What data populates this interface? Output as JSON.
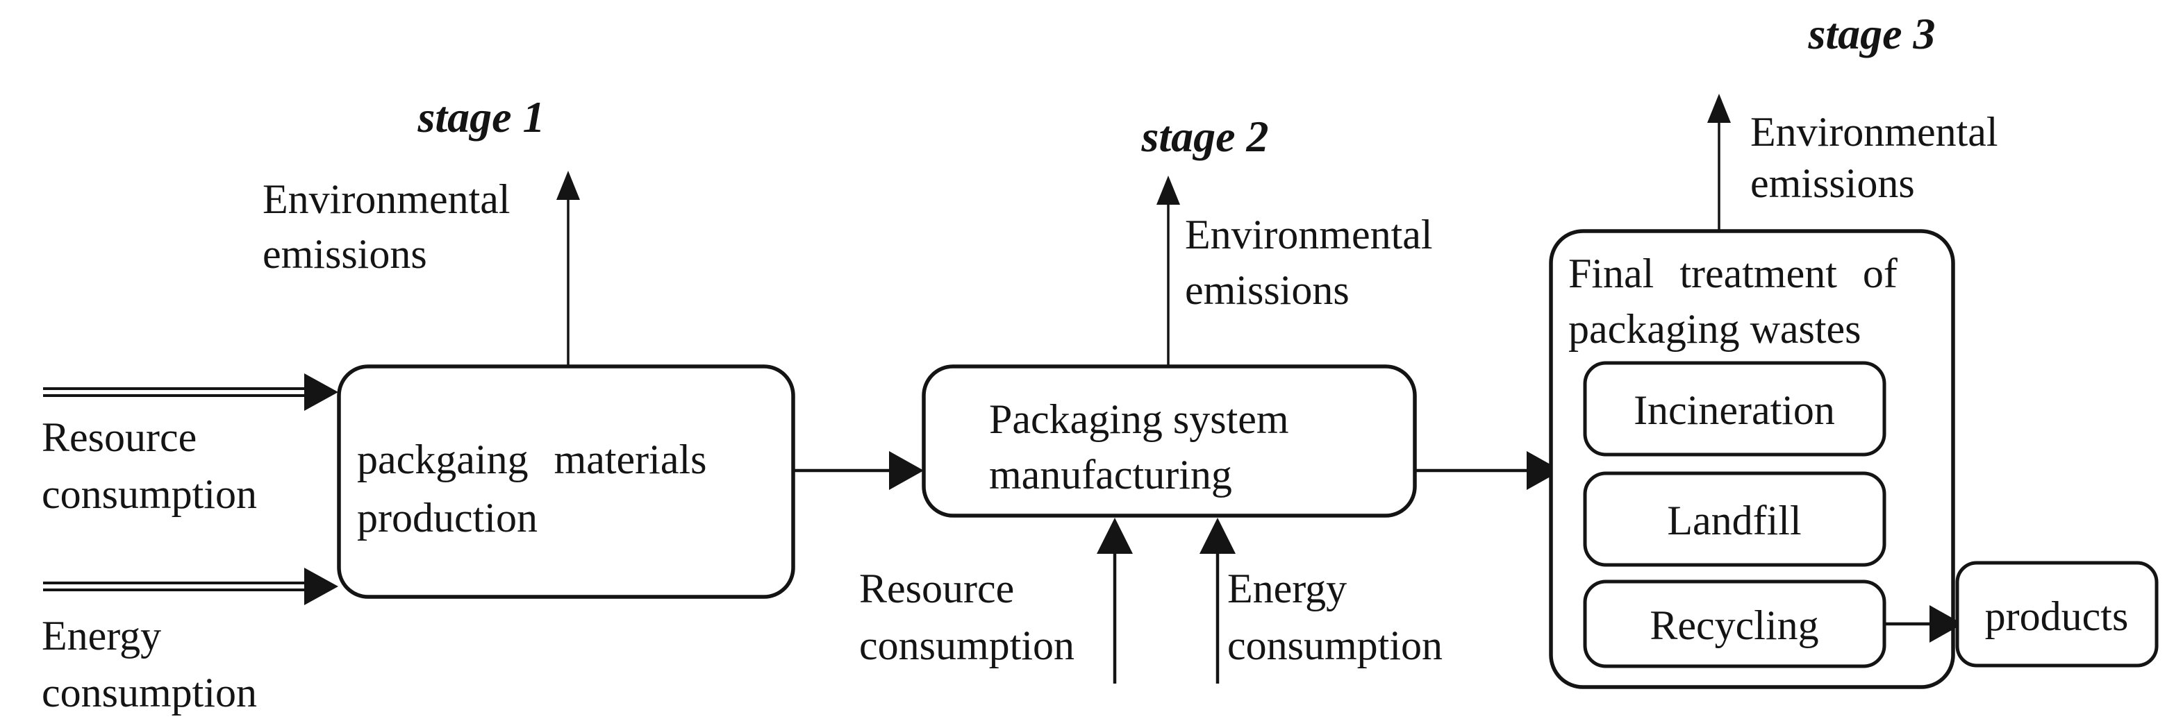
{
  "diagram": {
    "description": "Three-stage packaging life cycle flow diagram",
    "background_color": "#ffffff",
    "ink_color": "#141414",
    "stage1": {
      "title": "stage 1",
      "emissions_label": [
        "Environmental",
        "emissions"
      ],
      "process_box": [
        "packgaing materials",
        "production"
      ],
      "input1_label": [
        "Resource",
        "consumption"
      ],
      "input2_label": [
        "Energy",
        "consumption"
      ]
    },
    "stage2": {
      "title": "stage 2",
      "emissions_label": [
        "Environmental",
        "emissions"
      ],
      "process_box": [
        "Packaging system",
        "manufacturing"
      ],
      "input1_label": [
        "Resource",
        "consumption"
      ],
      "input2_label": [
        "Energy",
        "consumption"
      ]
    },
    "stage3": {
      "title": "stage 3",
      "emissions_label": [
        "Environmental",
        "emissions"
      ],
      "treatment_box_label": [
        "Final treatment of",
        "packaging wastes"
      ],
      "options": [
        "Incineration",
        "Landfill",
        "Recycling"
      ],
      "output_box": "products"
    }
  }
}
